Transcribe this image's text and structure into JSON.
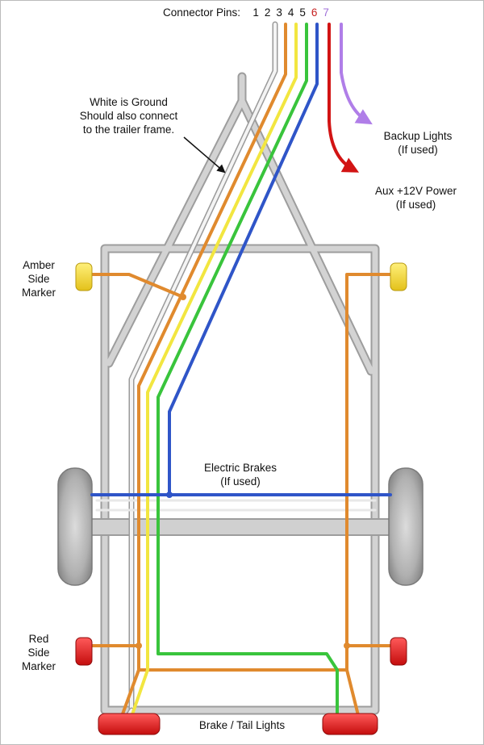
{
  "connector": {
    "title": "Connector Pins:",
    "pins": [
      {
        "num": "1",
        "color": "#f2f2f2",
        "label_color": "#111111"
      },
      {
        "num": "2",
        "color": "#e08a2e",
        "label_color": "#111111"
      },
      {
        "num": "3",
        "color": "#f2e640",
        "label_color": "#111111"
      },
      {
        "num": "4",
        "color": "#39c43c",
        "label_color": "#111111"
      },
      {
        "num": "5",
        "color": "#2f55c8",
        "label_color": "#111111"
      },
      {
        "num": "6",
        "color": "#d21414",
        "label_color": "#c62020"
      },
      {
        "num": "7",
        "color": "#b07ee8",
        "label_color": "#a070d8"
      }
    ]
  },
  "labels": {
    "ground_line1": "White is Ground",
    "ground_line2": "Should also connect",
    "ground_line3": "to the trailer frame.",
    "backup_line1": "Backup Lights",
    "backup_line2": "(If used)",
    "aux_line1": "Aux +12V Power",
    "aux_line2": "(If used)",
    "amber_line1": "Amber",
    "amber_line2": "Side",
    "amber_line3": "Marker",
    "brakes_line1": "Electric Brakes",
    "brakes_line2": "(If used)",
    "red_line1": "Red",
    "red_line2": "Side",
    "red_line3": "Marker",
    "tail": "Brake / Tail Lights"
  },
  "colors": {
    "frame": "#c9c9c9",
    "frame_edge": "#9a9a9a",
    "white_wire": "#f4f4f4",
    "brown_wire": "#e08a2e",
    "yellow_wire": "#f2e640",
    "green_wire": "#39c43c",
    "blue_wire": "#2f55c8",
    "red_wire": "#d21414",
    "purple_wire": "#b07ee8",
    "amber_light": "#f2da2a",
    "red_light": "#e01818",
    "tire": "#b5b5b5"
  }
}
